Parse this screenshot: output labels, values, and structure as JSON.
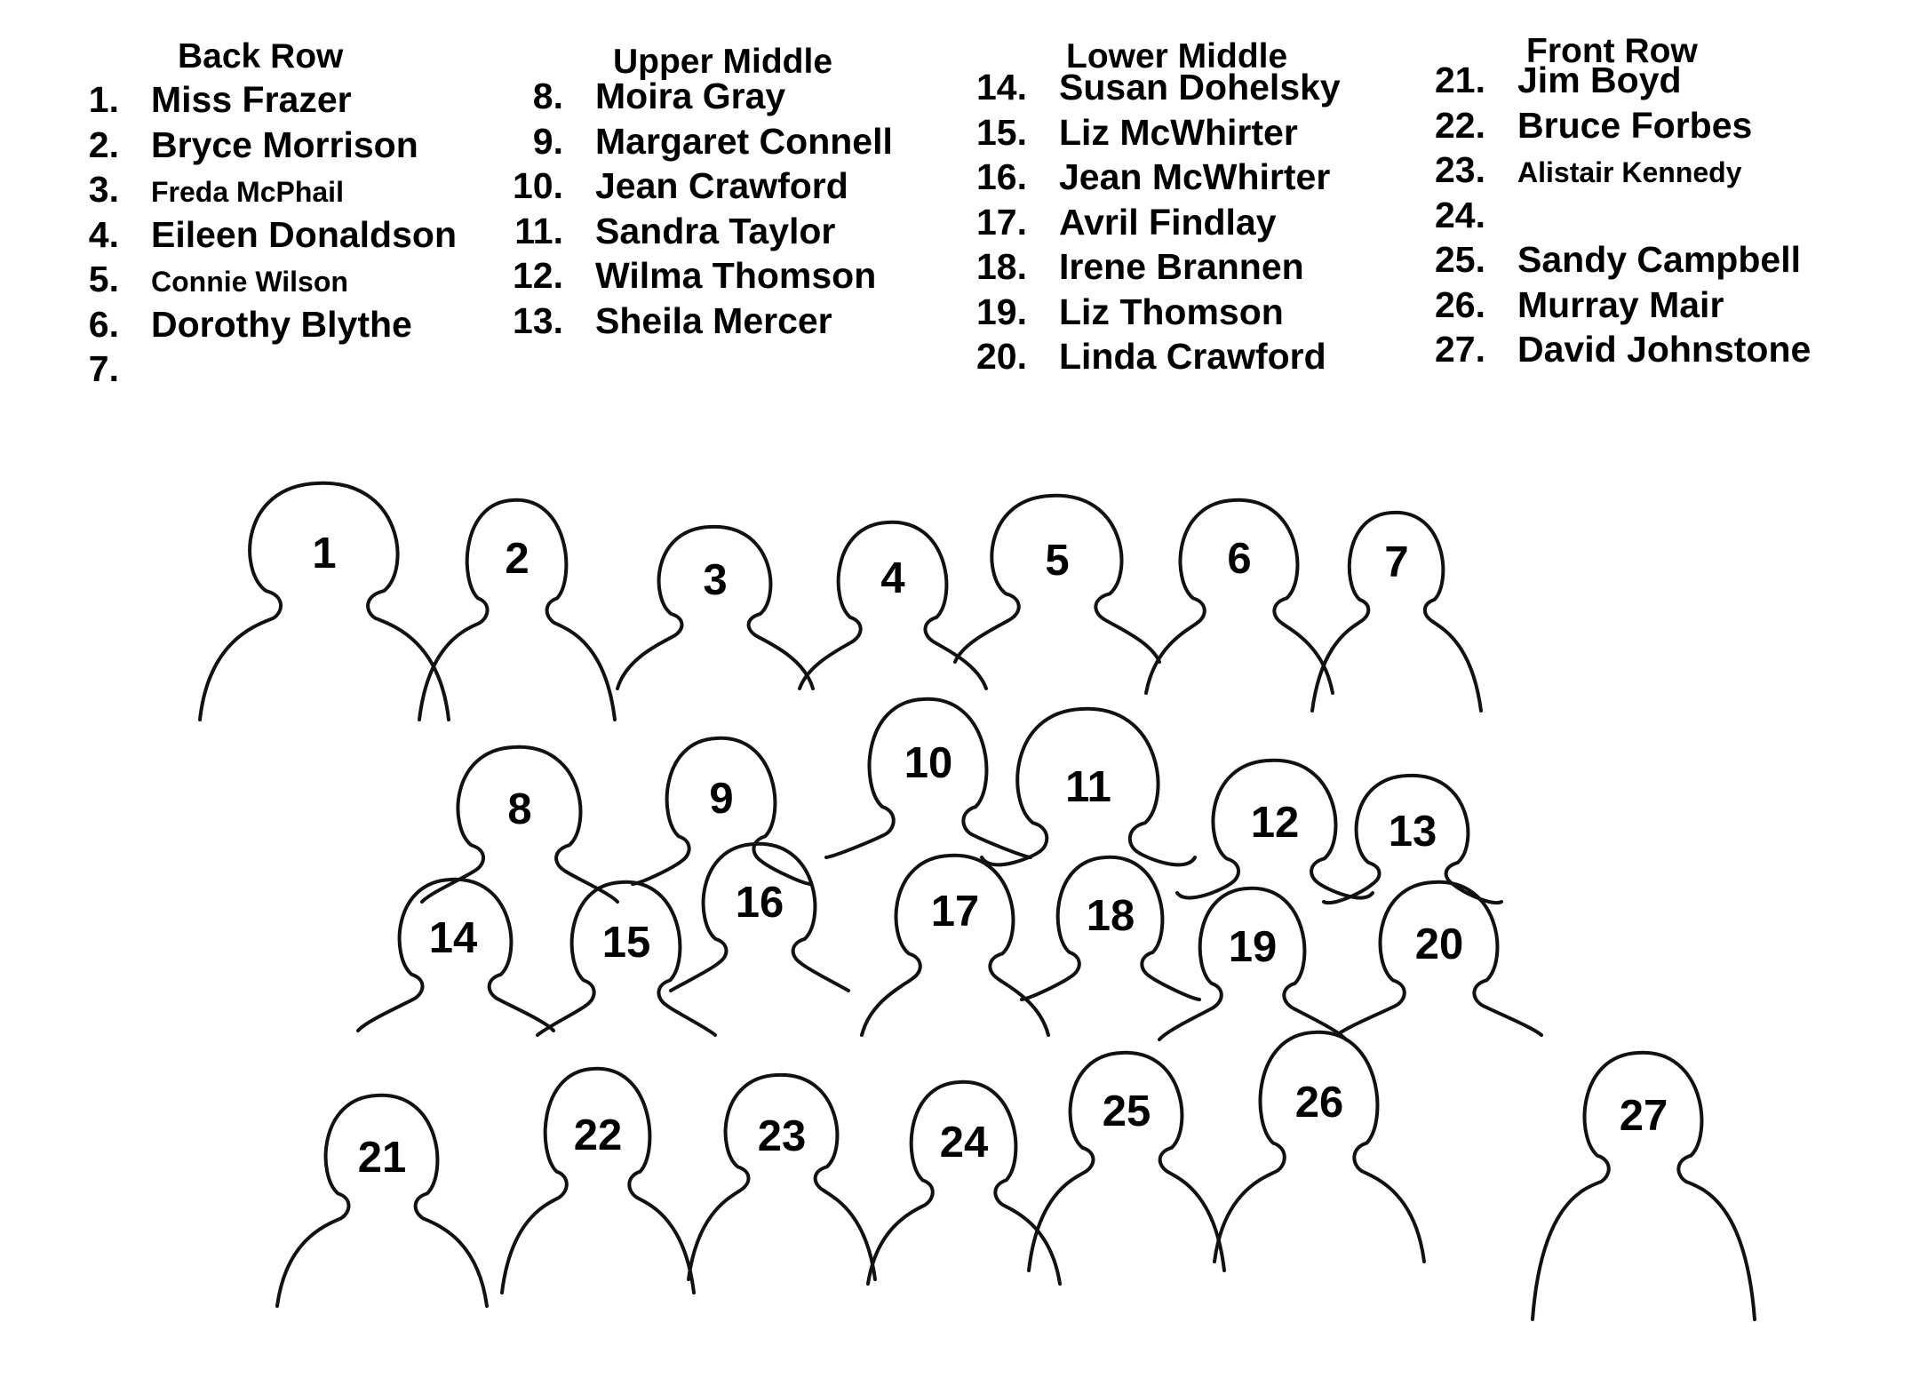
{
  "rows": [
    {
      "title": "Back Row",
      "entries": [
        {
          "num": "1.",
          "name": "Miss Frazer"
        },
        {
          "num": "2.",
          "name": "Bryce Morrison"
        },
        {
          "num": "3.",
          "name": "Freda McPhail",
          "small": true
        },
        {
          "num": "4.",
          "name": "Eileen Donaldson"
        },
        {
          "num": "5.",
          "name": "Connie Wilson",
          "small": true
        },
        {
          "num": "6.",
          "name": "Dorothy Blythe"
        },
        {
          "num": "7.",
          "name": ""
        }
      ]
    },
    {
      "title": "Upper Middle",
      "entries": [
        {
          "num": "8.",
          "name": "Moira Gray"
        },
        {
          "num": "9.",
          "name": "Margaret Connell"
        },
        {
          "num": "10.",
          "name": "Jean Crawford"
        },
        {
          "num": "11.",
          "name": "Sandra Taylor"
        },
        {
          "num": "12.",
          "name": "Wilma Thomson"
        },
        {
          "num": "13.",
          "name": "Sheila Mercer"
        }
      ]
    },
    {
      "title": "Lower Middle",
      "entries": [
        {
          "num": "14.",
          "name": "Susan Dohelsky"
        },
        {
          "num": "15.",
          "name": "Liz McWhirter"
        },
        {
          "num": "16.",
          "name": "Jean McWhirter"
        },
        {
          "num": "17.",
          "name": "Avril Findlay"
        },
        {
          "num": "18.",
          "name": "Irene Brannen"
        },
        {
          "num": "19.",
          "name": "Liz Thomson"
        },
        {
          "num": "20.",
          "name": "Linda Crawford"
        }
      ]
    },
    {
      "title": "Front Row",
      "entries": [
        {
          "num": "21.",
          "name": "Jim Boyd"
        },
        {
          "num": "22.",
          "name": "Bruce Forbes"
        },
        {
          "num": "23.",
          "name": "Alistair Kennedy",
          "small": true
        },
        {
          "num": "24.",
          "name": ""
        },
        {
          "num": "25.",
          "name": "Sandy Campbell"
        },
        {
          "num": "26.",
          "name": "Murray Mair"
        },
        {
          "num": "27.",
          "name": "David Johnstone"
        }
      ]
    }
  ],
  "figures": [
    "1",
    "2",
    "3",
    "4",
    "5",
    "6",
    "7",
    "8",
    "9",
    "10",
    "11",
    "12",
    "13",
    "14",
    "15",
    "16",
    "17",
    "18",
    "19",
    "20",
    "21",
    "22",
    "23",
    "24",
    "25",
    "26",
    "27"
  ]
}
